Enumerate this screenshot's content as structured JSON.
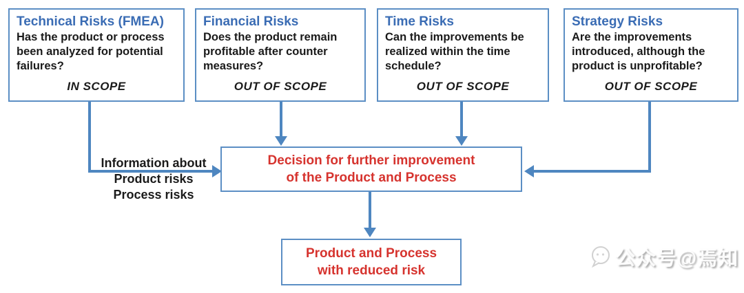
{
  "diagram": {
    "top_boxes": [
      {
        "title": "Technical Risks (FMEA)",
        "question": "Has the product or process been analyzed for potential failures?",
        "scope": "IN SCOPE"
      },
      {
        "title": "Financial Risks",
        "question": "Does the product remain profitable after counter measures?",
        "scope": "OUT OF SCOPE"
      },
      {
        "title": "Time Risks",
        "question": "Can the improvements be realized within the time schedule?",
        "scope": "OUT OF SCOPE"
      },
      {
        "title": "Strategy Risks",
        "question": "Are the improvements introduced, although the product is unprofitable?",
        "scope": "OUT OF SCOPE"
      }
    ],
    "info_label": {
      "line1": "Information about",
      "line2": "Product risks",
      "line3": "Process risks"
    },
    "decision_box": {
      "line1": "Decision for further improvement",
      "line2": "of the Product and Process"
    },
    "result_box": {
      "line1": "Product and Process",
      "line2": "with reduced risk"
    },
    "watermark": {
      "icon": "speech-bubble-logo-icon",
      "text": "公众号@焉知"
    },
    "colors": {
      "box_border": "#5b8ec4",
      "arrow": "#4e86c0",
      "title_blue": "#3a6cb4",
      "body_text": "#1a1a1a",
      "accent_red": "#d6332e",
      "background": "#ffffff"
    }
  }
}
